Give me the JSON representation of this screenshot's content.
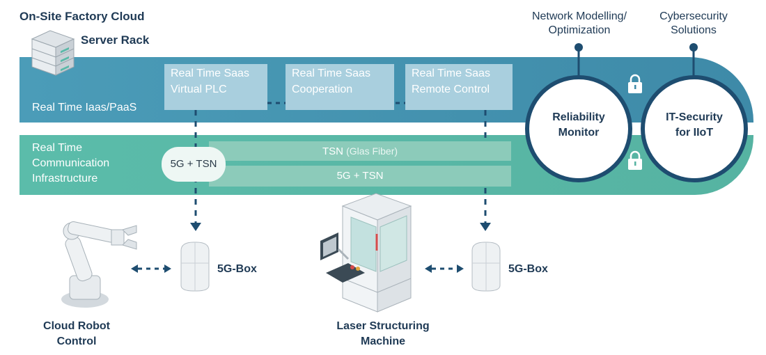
{
  "header": {
    "title": "On-Site Factory Cloud",
    "server_rack": "Server Rack"
  },
  "top_labels": {
    "network": [
      "Network Modelling/",
      "Optimization"
    ],
    "cyber": [
      "Cybersecurity",
      "Solutions"
    ]
  },
  "layers": {
    "iaas": "Real Time Iaas/PaaS",
    "comm": [
      "Real Time",
      "Communication",
      "Infrastructure"
    ]
  },
  "saas": [
    {
      "line1": "Real Time Saas",
      "line2": "Virtual PLC"
    },
    {
      "line1": "Real Time Saas",
      "line2": "Cooperation"
    },
    {
      "line1": "Real Time Saas",
      "line2": "Remote Control"
    }
  ],
  "network": {
    "tsn": "TSN",
    "tsn_note": "(Glas Fiber)",
    "fiveg": "5G + TSN",
    "pill": "5G + TSN"
  },
  "circles": {
    "reliability": [
      "Reliability",
      "Monitor"
    ],
    "security": [
      "IT-Security",
      "for IIoT"
    ]
  },
  "devices": {
    "box_left": "5G-Box",
    "box_right": "5G-Box",
    "robot": [
      "Cloud Robot",
      "Control"
    ],
    "laser": [
      "Laser Structuring",
      "Machine"
    ]
  },
  "colors": {
    "navy": "#1e4d70",
    "blue_band": "#4a98b5",
    "green_band": "#5ab9a8",
    "text_dark": "#1f3a55"
  }
}
